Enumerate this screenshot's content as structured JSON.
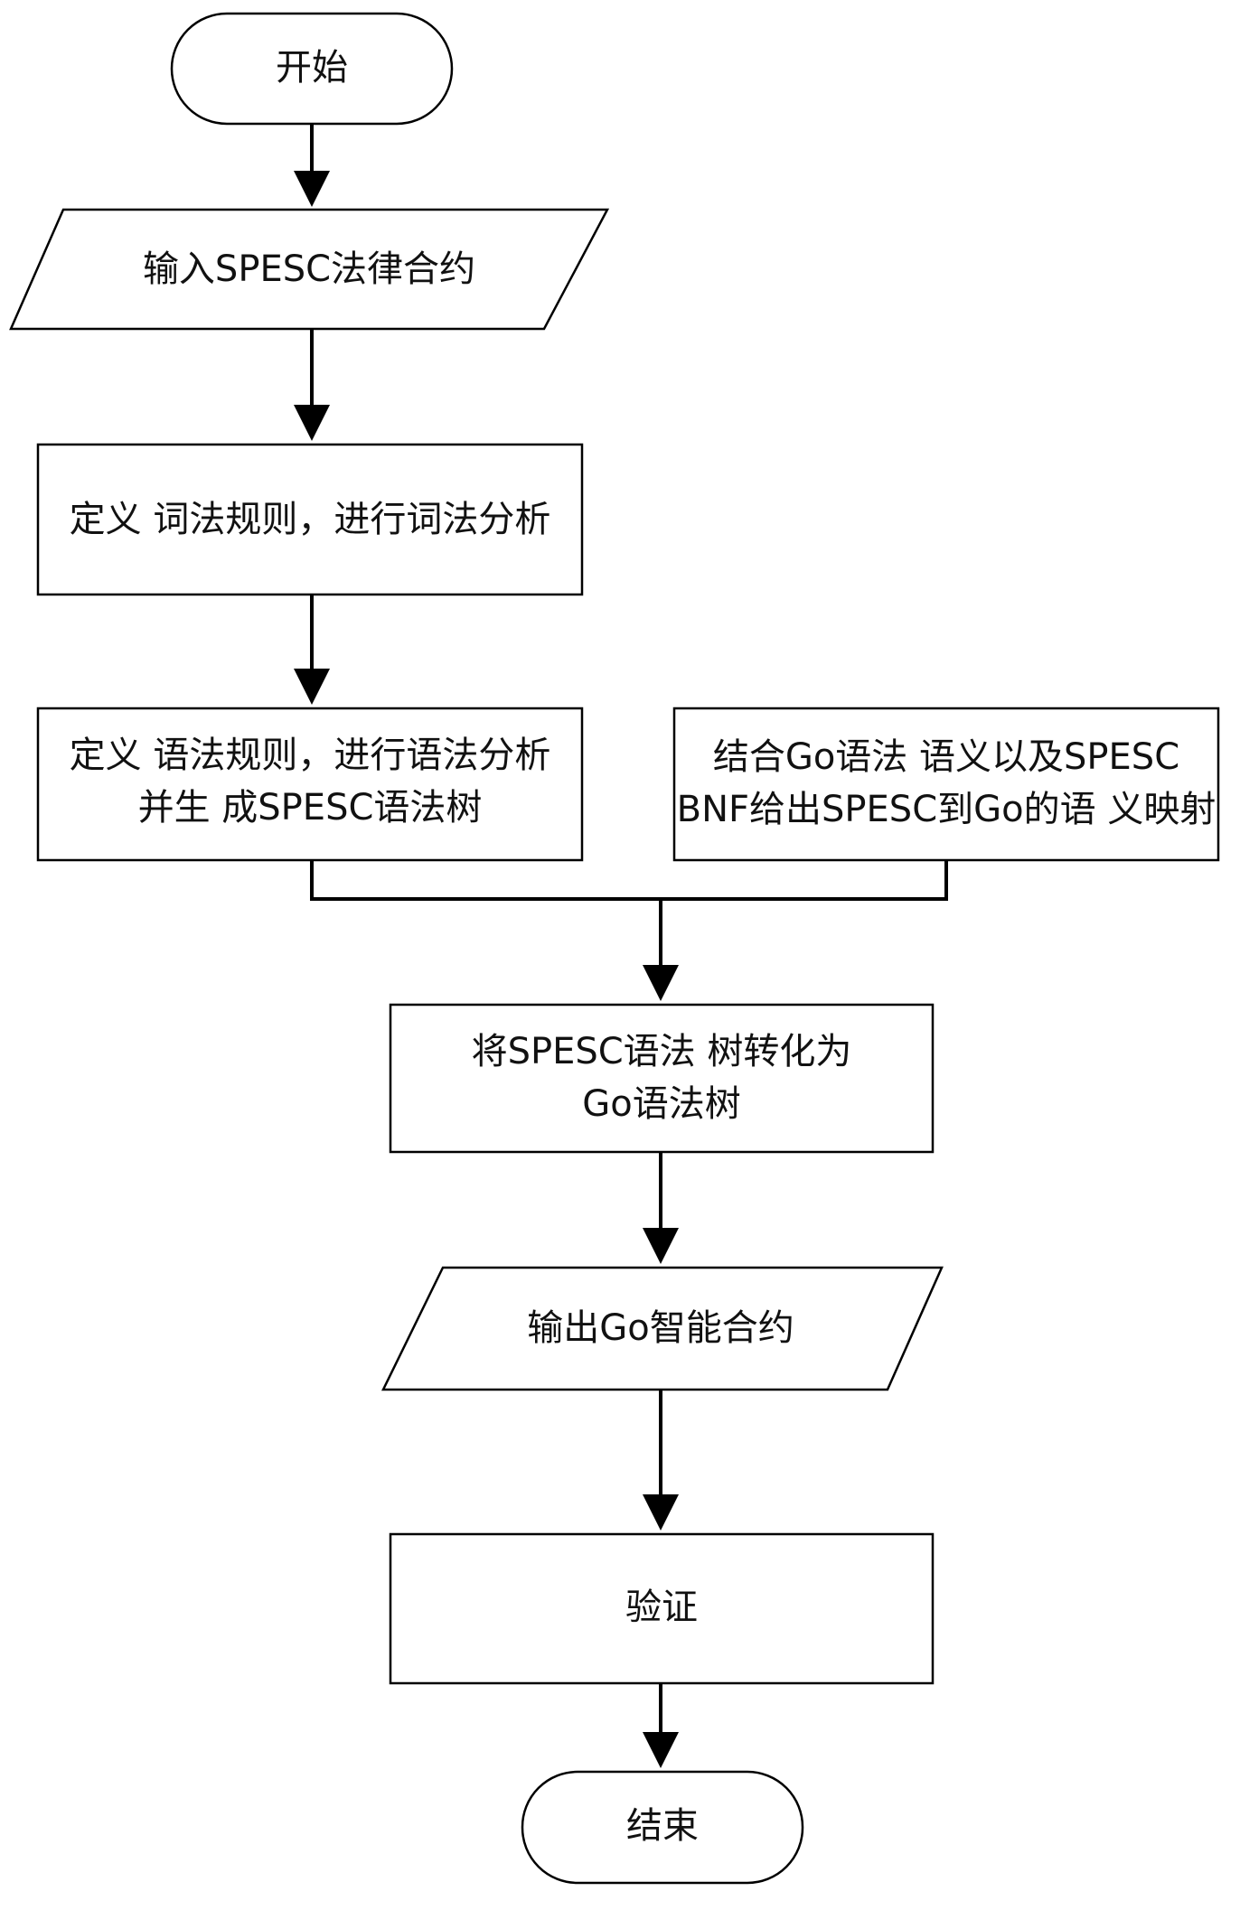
{
  "flowchart": {
    "start": {
      "label": "开始"
    },
    "input": {
      "label": "输入SPESC法律合约"
    },
    "lexical": {
      "label": "定义 词法规则，进行词法分析"
    },
    "syntax": {
      "line1": "定义 语法规则，进行语法分析",
      "line2": "并生 成SPESC语法树"
    },
    "semantic": {
      "line1": "结合Go语法 语义以及SPESC",
      "line2": "BNF给出SPESC到Go的语 义映射"
    },
    "convert": {
      "line1": "将SPESC语法 树转化为",
      "line2": "Go语法树"
    },
    "output": {
      "label": "输出Go智能合约"
    },
    "verify": {
      "label": "验证"
    },
    "end": {
      "label": "结束"
    }
  }
}
